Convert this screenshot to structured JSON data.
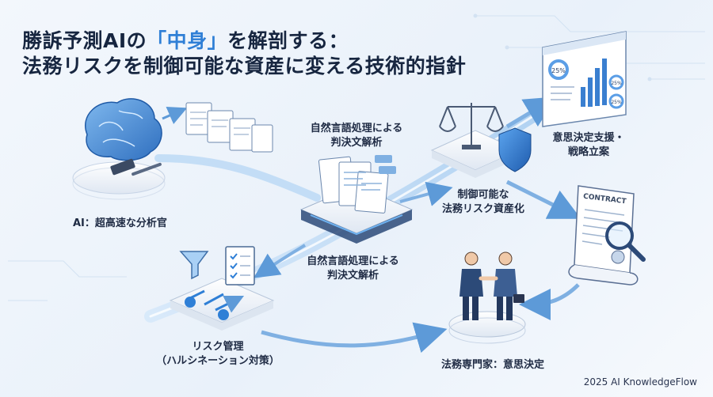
{
  "title": {
    "line1_prefix": "勝訴予測AIの",
    "line1_accent": "「中身」",
    "line1_suffix": "を解剖する：",
    "line2": "法務リスクを制御可能な資産に変える技術的指針"
  },
  "nodes": {
    "ai": "AI：超高速な分析官",
    "nlp_top_1": "自然言語処理による",
    "nlp_top_2": "判決文解析",
    "nlp_bottom_1": "自然言語処理による",
    "nlp_bottom_2": "判決文解析",
    "decision_1": "意思決定支援・",
    "decision_2": "戦略立案",
    "asset_1": "制御可能な",
    "asset_2": "法務リスク資産化",
    "risk_1": "リスク管理",
    "risk_2": "（ハルシネーション対策）",
    "expert": "法務専門家：意思決定"
  },
  "icons": {
    "contract_text": "CONTRACT",
    "gauge_1": "25%",
    "gauge_2": "25%",
    "gauge_3": "25%"
  },
  "colors": {
    "accent": "#2f7fd6",
    "flow": "#8fc0ee",
    "platform": "#e8eef6",
    "navy": "#2c4a78"
  },
  "footer": {
    "copyright": "2025 AI KnowledgeFlow"
  }
}
